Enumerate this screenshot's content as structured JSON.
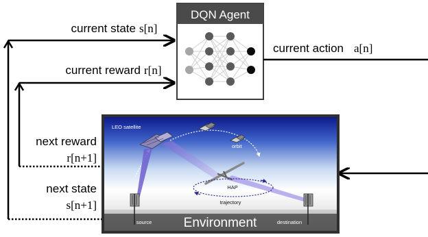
{
  "agent": {
    "title": "DQN Agent"
  },
  "environment": {
    "title": "Environment",
    "labels": {
      "leo_satellite": "LEO satellite",
      "orbit": "orbit",
      "hap": "HAP",
      "trajectory": "trajectory",
      "source": "source",
      "destination": "destination"
    }
  },
  "signals": {
    "current_state": {
      "text": "current state",
      "math": "s[n]"
    },
    "current_reward": {
      "text": "current reward",
      "math": "r[n]"
    },
    "current_action": {
      "text": "current action",
      "math": "a[n]"
    },
    "next_reward": {
      "text": "next reward",
      "math": "r[n+1]"
    },
    "next_state": {
      "text": "next state",
      "math": "s[n+1]"
    }
  },
  "colors": {
    "agent_header": "#4a4a4a",
    "env_frame": "#2f2f2f",
    "beam": "#8f7fd6",
    "orbit_path": "#ffffff",
    "trajectory_path": "#2a2a8a"
  }
}
